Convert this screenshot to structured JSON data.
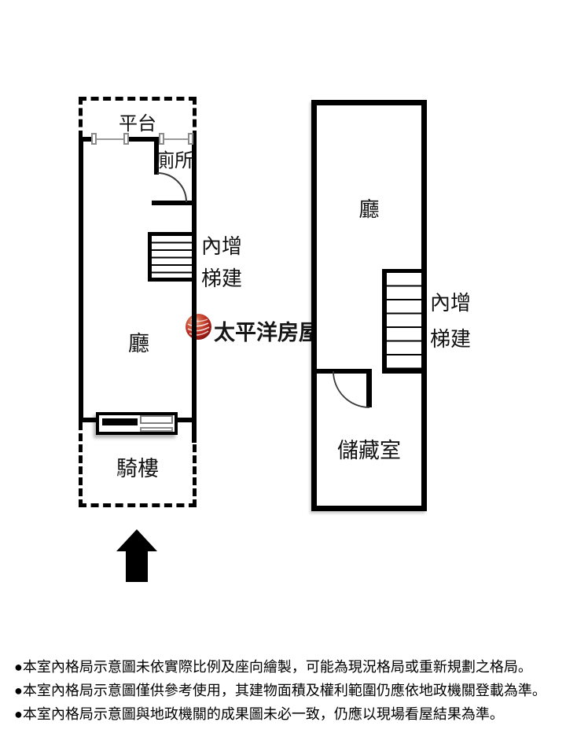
{
  "left_plan": {
    "platform_label": "平台",
    "toilet_label": "廁所",
    "stair_label_line1": "內增",
    "stair_label_line2": "梯建",
    "hall_label": "廳",
    "arcade_label": "騎樓"
  },
  "right_plan": {
    "hall_label": "廳",
    "stair_label_line1": "內增",
    "stair_label_line2": "梯建",
    "storage_label": "儲藏室"
  },
  "logo": {
    "brand_name": "太平洋房屋",
    "globe_icon": "red-globe",
    "globe_color": "#b5281f"
  },
  "compass": {
    "icon": "north-up-arrow",
    "color": "#000000"
  },
  "disclaimers": [
    "●本室內格局示意圖未依實際比例及座向繪製，可能為現況格局或重新規劃之格局。",
    "●本室內格局示意圖僅供參考使用，其建物面積及權利範圍仍應依地政機關登載為準。",
    "●本室內格局示意圖與地政機關的成果圖未必一致，仍應以現場看屋結果為準。"
  ],
  "colors": {
    "wall": "#000000",
    "window_line": "#9a9a9a",
    "door_arc": "#3a3a3a"
  }
}
